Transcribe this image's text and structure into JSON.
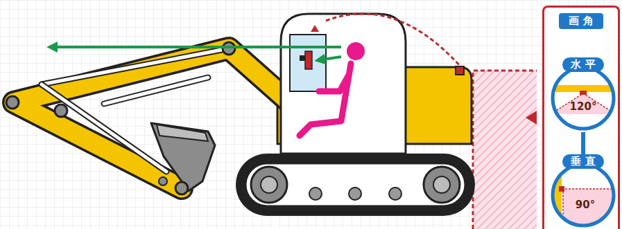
{
  "diagram": {
    "nodes": [
      {
        "text": [
          "画 角"
        ]
      },
      {
        "text": [
          "水 平",
          "120°"
        ],
        "in": 0
      },
      {
        "text": [
          "垂 直",
          "90°"
        ],
        "in": 0
      }
    ],
    "edges": [
      {
        "from": 1,
        "to": 2,
        "arrow": "none"
      }
    ]
  }
}
